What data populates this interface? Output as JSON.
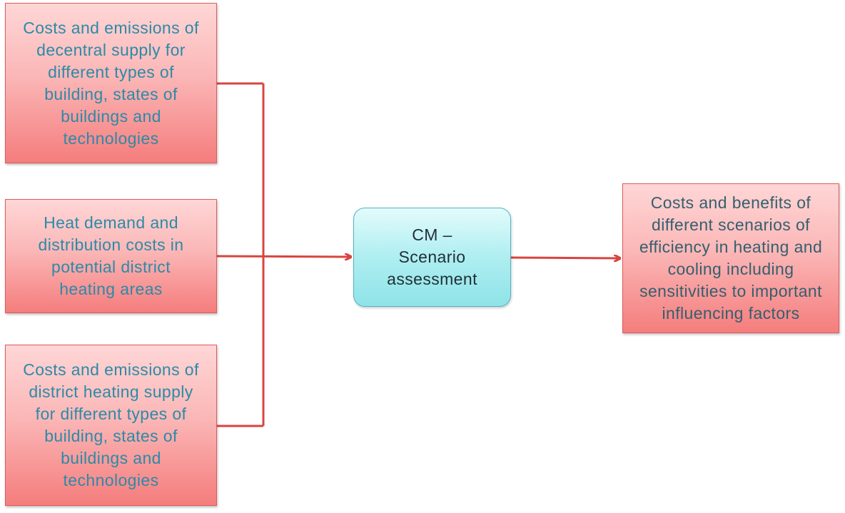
{
  "inputs": [
    {
      "text": "Costs and emissions of decentral supply for different types of building, states of buildings and technologies"
    },
    {
      "text": "Heat demand and distribution costs in potential district heating areas"
    },
    {
      "text": "Costs and emissions of district heating supply for different types of building, states of buildings and technologies"
    }
  ],
  "center": {
    "text": "CM – Scenario assessment"
  },
  "output": {
    "text": "Costs and benefits of different scenarios of efficiency in heating and cooling including sensitivities to important influencing factors"
  },
  "colors": {
    "connector": "#d9443f",
    "input_text": "#2c8aa8",
    "output_text": "#355f6e"
  }
}
